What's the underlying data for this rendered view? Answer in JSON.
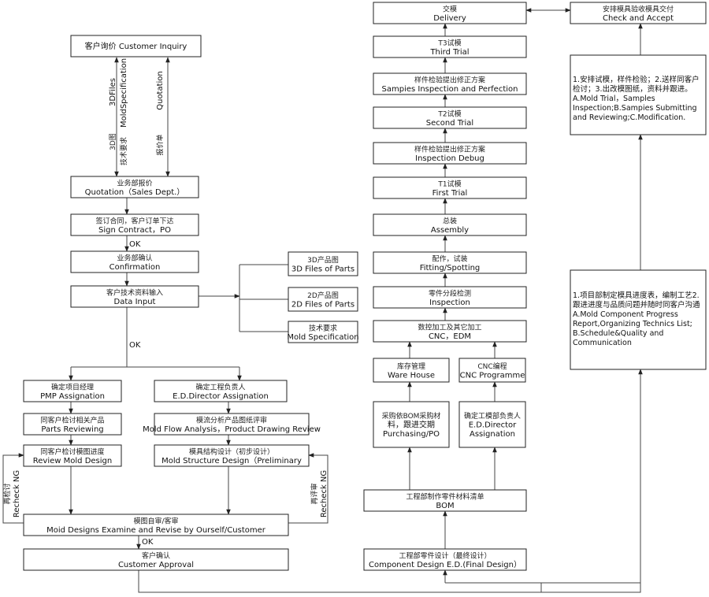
{
  "nodes": {
    "inquiry": [
      "客户询价 Customer Inquiry"
    ],
    "quotation": [
      "业务部报价",
      "Quotation（Sales Dept.）"
    ],
    "contract": [
      "签订合同，客户订单下达",
      "Sign Contract，PO"
    ],
    "confirmation": [
      "业务部确认",
      "Confirmation"
    ],
    "data_input": [
      "客户技术资料输入",
      "Data Input"
    ],
    "files3d": [
      "3D产品图",
      "3D Files of Parts"
    ],
    "files2d": [
      "2D产品图",
      "2D Files of Parts"
    ],
    "mold_spec": [
      "技术要求",
      "Mold Specification"
    ],
    "pmp": [
      "确定项目经理",
      "PMP Assignation"
    ],
    "ed_director": [
      "确定工程负责人",
      "E.D.Director Assignation"
    ],
    "parts_review": [
      "同客户检讨相关产品",
      "Parts   Reviewing"
    ],
    "mold_flow": [
      "模流分析产品图纸评审",
      "Mold Flow Analysis，Product Drawing Review"
    ],
    "review_design": [
      "同客户检讨模图进度",
      "Review Mold Design"
    ],
    "structure": [
      "模具结构设计（初步设计）",
      "Mold Structure Design（Preliminary"
    ],
    "examine": [
      "模图自审/客审",
      "Moid Designs Examine and Revise by Ourself/Customer"
    ],
    "approval": [
      "客户确认",
      "Customer Approval"
    ],
    "component": [
      "工程部零件设计（最终设计）",
      "Component Design E.D.(Final Design）"
    ],
    "bom": [
      "工程部制作零件材料清单",
      "BOM"
    ],
    "purchasing": [
      "采购依BOM采购材",
      "料，跟进交期",
      "Purchasing/PO"
    ],
    "ed_assign": [
      "确定工模部负责人",
      "E.D.Director",
      "Assignation"
    ],
    "warehouse": [
      "库存管理",
      "Ware House"
    ],
    "cnc_prog": [
      "CNC编程",
      "CNC Programme"
    ],
    "cnc": [
      "数控加工及其它加工",
      "CNC，EDM"
    ],
    "inspection": [
      "零件分段检测",
      "Inspection"
    ],
    "fitting": [
      "配作，试装",
      "Fitting/Spotting"
    ],
    "assembly": [
      "总装",
      "Assembly"
    ],
    "t1": [
      "T1试模",
      "First Trial"
    ],
    "insp_debug": [
      "样件检验提出修正方案",
      "Inspection Debug"
    ],
    "t2": [
      "T2试模",
      "Second Trial"
    ],
    "samples": [
      "样件检验提出修正方案",
      "Sampies Inspection and Perfection"
    ],
    "t3": [
      "T3试模",
      "Third Trial"
    ],
    "delivery": [
      "交模",
      "Delivery"
    ],
    "check": [
      "安排模具验收模具交付",
      "Check and Accept"
    ]
  },
  "notes": {
    "trial_note": [
      "1.安排试模，样件检验；2.送样同客户检讨；3.出改模图纸，资料并跟进。",
      "A.Mold Trial，Samples Inspection;B.Sampies Submitting  and  Reviewing;C.Modification."
    ],
    "progress_note": [
      "1.项目部制定模具进度表，编制工艺2.跟进进度与品质问题并随时同客户沟通",
      "A.Mold Component Progress Report,Organizing Technics List;",
      "B.Schedule&Quality and Communication"
    ]
  },
  "edge_labels": {
    "files_3d": "3DFiles",
    "mold_spec_v": "MoldSpecification",
    "quotation_v": "Quotation",
    "zh_3d": "3D图",
    "zh_tech": "技术要求",
    "zh_quote": "报价单",
    "ok1": "OK",
    "ok2": "OK",
    "ok3": "OK",
    "zh_recheck_l": "再检讨",
    "recheck_l": "Recheck NG",
    "zh_recheck_r": "再评审",
    "recheck_r": "Recheck NG"
  }
}
